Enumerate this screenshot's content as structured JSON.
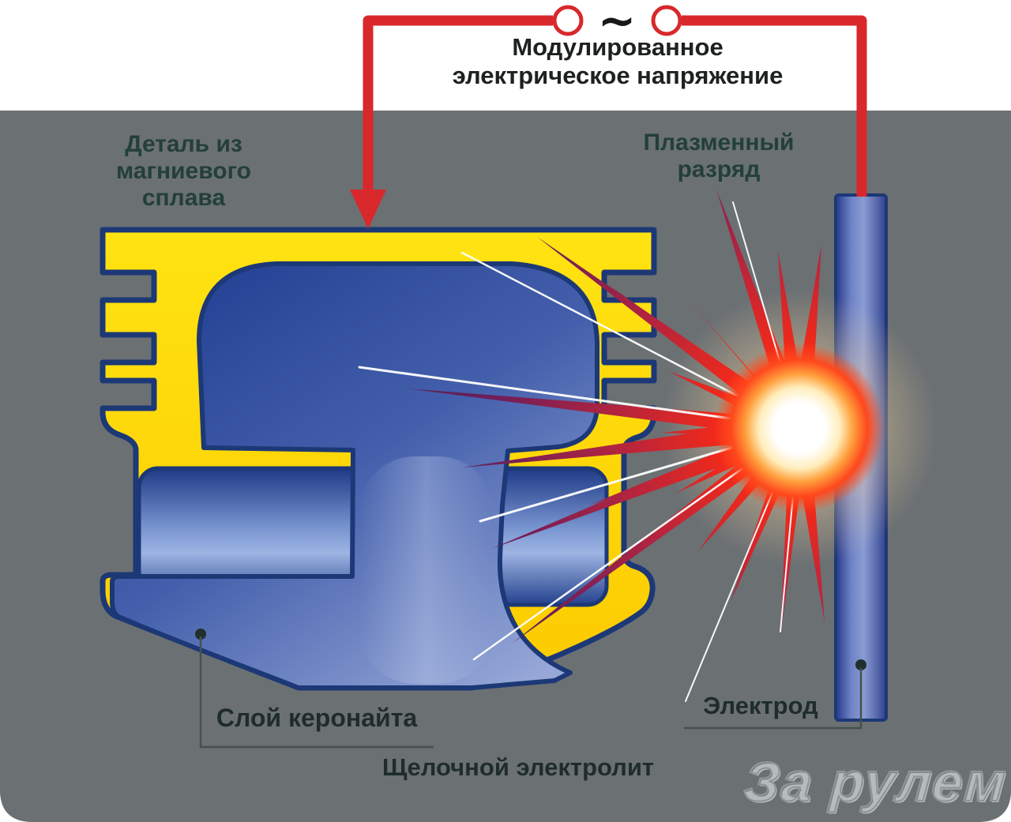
{
  "diagram": {
    "labels": {
      "modulated_voltage": {
        "line1": "Модулированное",
        "line2": "электрическое напряжение"
      },
      "magnesium_part": {
        "line1": "Деталь из",
        "line2": "магниевого",
        "line3": "сплава"
      },
      "plasma_discharge": {
        "line1": "Плазменный",
        "line2": "разряд"
      },
      "keronite_layer": "Слой керонайта",
      "electrode": "Электрод",
      "alkaline_electrolyte": "Щелочной электролит",
      "ac_symbol": "~",
      "watermark": "За рулем"
    },
    "colors": {
      "wire_red": "#d8282b",
      "tank_gray": "#6b7073",
      "water_top": "#74c4c0",
      "water_bottom": "#d5ebe4",
      "keronite_yellow": "#ffd900",
      "outline_navy": "#1c3876",
      "alloy_blue": "#3d5aa9",
      "electrode_blue": "#5b6fb5",
      "spark_core": "#ffffff",
      "spark_red": "#ff2a12",
      "spike_tip": "#6f1f5a",
      "label_text": "#233f39"
    }
  }
}
